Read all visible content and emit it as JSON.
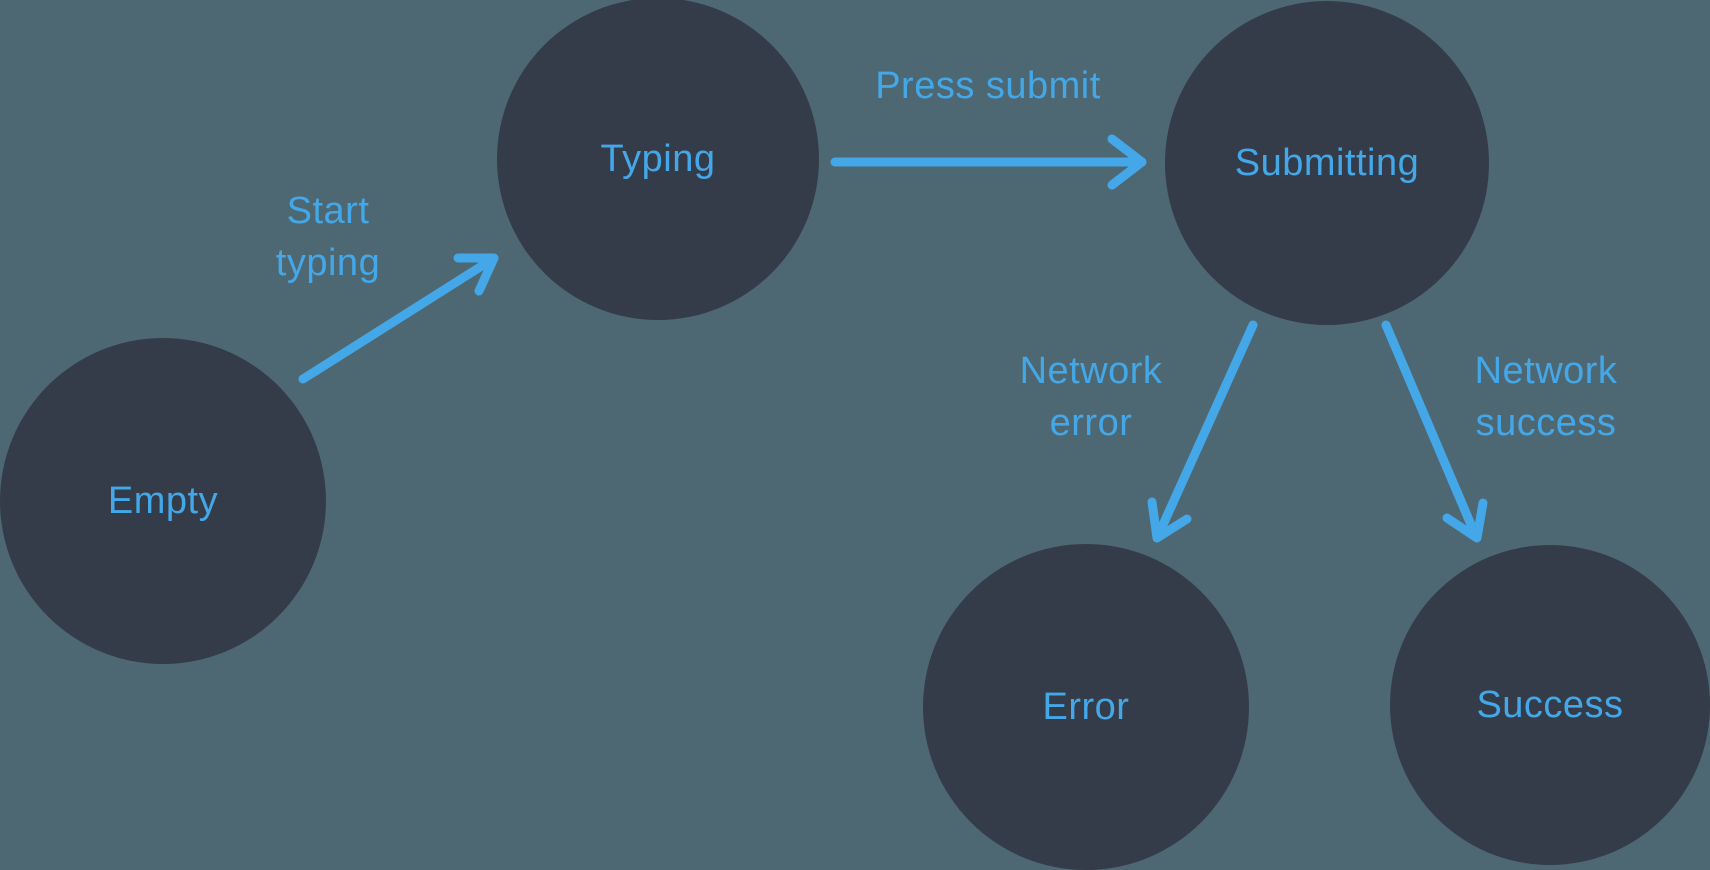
{
  "diagram": {
    "type": "state-machine",
    "colors": {
      "background": "#4d6872",
      "node_fill": "#343c49",
      "accent_blue": "#44a7e8"
    },
    "states": {
      "empty": {
        "label": "Empty"
      },
      "typing": {
        "label": "Typing"
      },
      "submitting": {
        "label": "Submitting"
      },
      "error": {
        "label": "Error"
      },
      "success": {
        "label": "Success"
      }
    },
    "transitions": {
      "start_typing": {
        "from": "Empty",
        "to": "Typing",
        "line1": "Start",
        "line2": "typing"
      },
      "press_submit": {
        "from": "Typing",
        "to": "Submitting",
        "line1": "Press submit"
      },
      "network_error": {
        "from": "Submitting",
        "to": "Error",
        "line1": "Network",
        "line2": "error"
      },
      "network_success": {
        "from": "Submitting",
        "to": "Success",
        "line1": "Network",
        "line2": "success"
      }
    }
  }
}
